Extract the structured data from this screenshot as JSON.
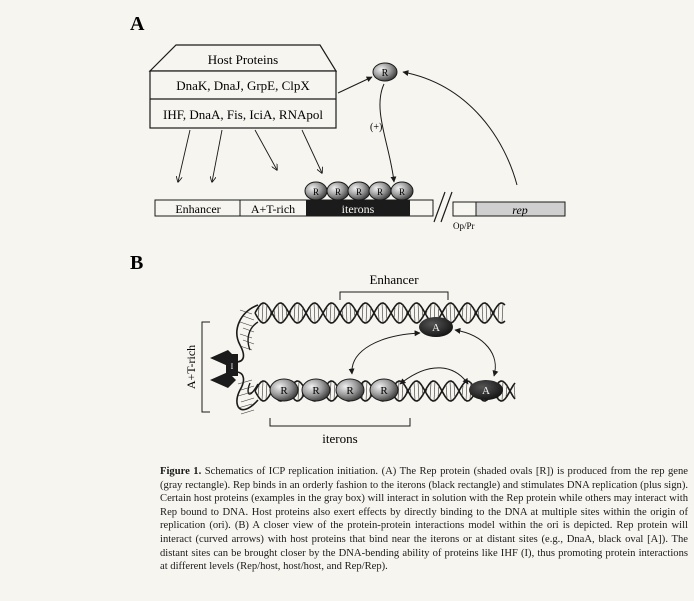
{
  "panel_a": {
    "label": "A",
    "host_box": {
      "title": "Host Proteins",
      "row1": "DnaK, DnaJ, GrpE, ClpX",
      "row2": "IHF, DnaA, Fis, IciA, RNApol"
    },
    "rep_oval_label": "R",
    "plus_label": "(+)",
    "bar": {
      "enhancer": "Enhancer",
      "at_rich": "A+T-rich",
      "iterons": "iterons",
      "rep": "rep",
      "op_pr": "Op/Pr"
    }
  },
  "panel_b": {
    "label": "B",
    "enhancer": "Enhancer",
    "at_rich": "A+T-rich",
    "iterons": "iterons",
    "dnaa_label": "A",
    "ihf_label": "I",
    "rep_label": "R"
  },
  "caption": {
    "lead": "Figure 1.",
    "body": " Schematics of ICP replication initiation. (A) The Rep protein (shaded ovals [R]) is produced from the rep gene (gray rectangle). Rep binds in an orderly fashion to the iterons (black rectangle) and stimulates DNA replication (plus sign). Certain host proteins (examples in the gray box) will interact in solution with the Rep protein while others may interact with Rep bound to DNA. Host proteins also exert effects by directly binding to the DNA at multiple sites within the origin of replication (ori). (B) A closer view of the protein-protein interactions model within the ori is depicted. Rep protein will interact (curved arrows) with host proteins that bind near the iterons or at distant sites (e.g., DnaA, black oval [A]). The distant sites can be brought closer by the DNA-bending ability of proteins like IHF (I), thus promoting protein interactions at different levels (Rep/host, host/host, and Rep/Rep)."
  }
}
